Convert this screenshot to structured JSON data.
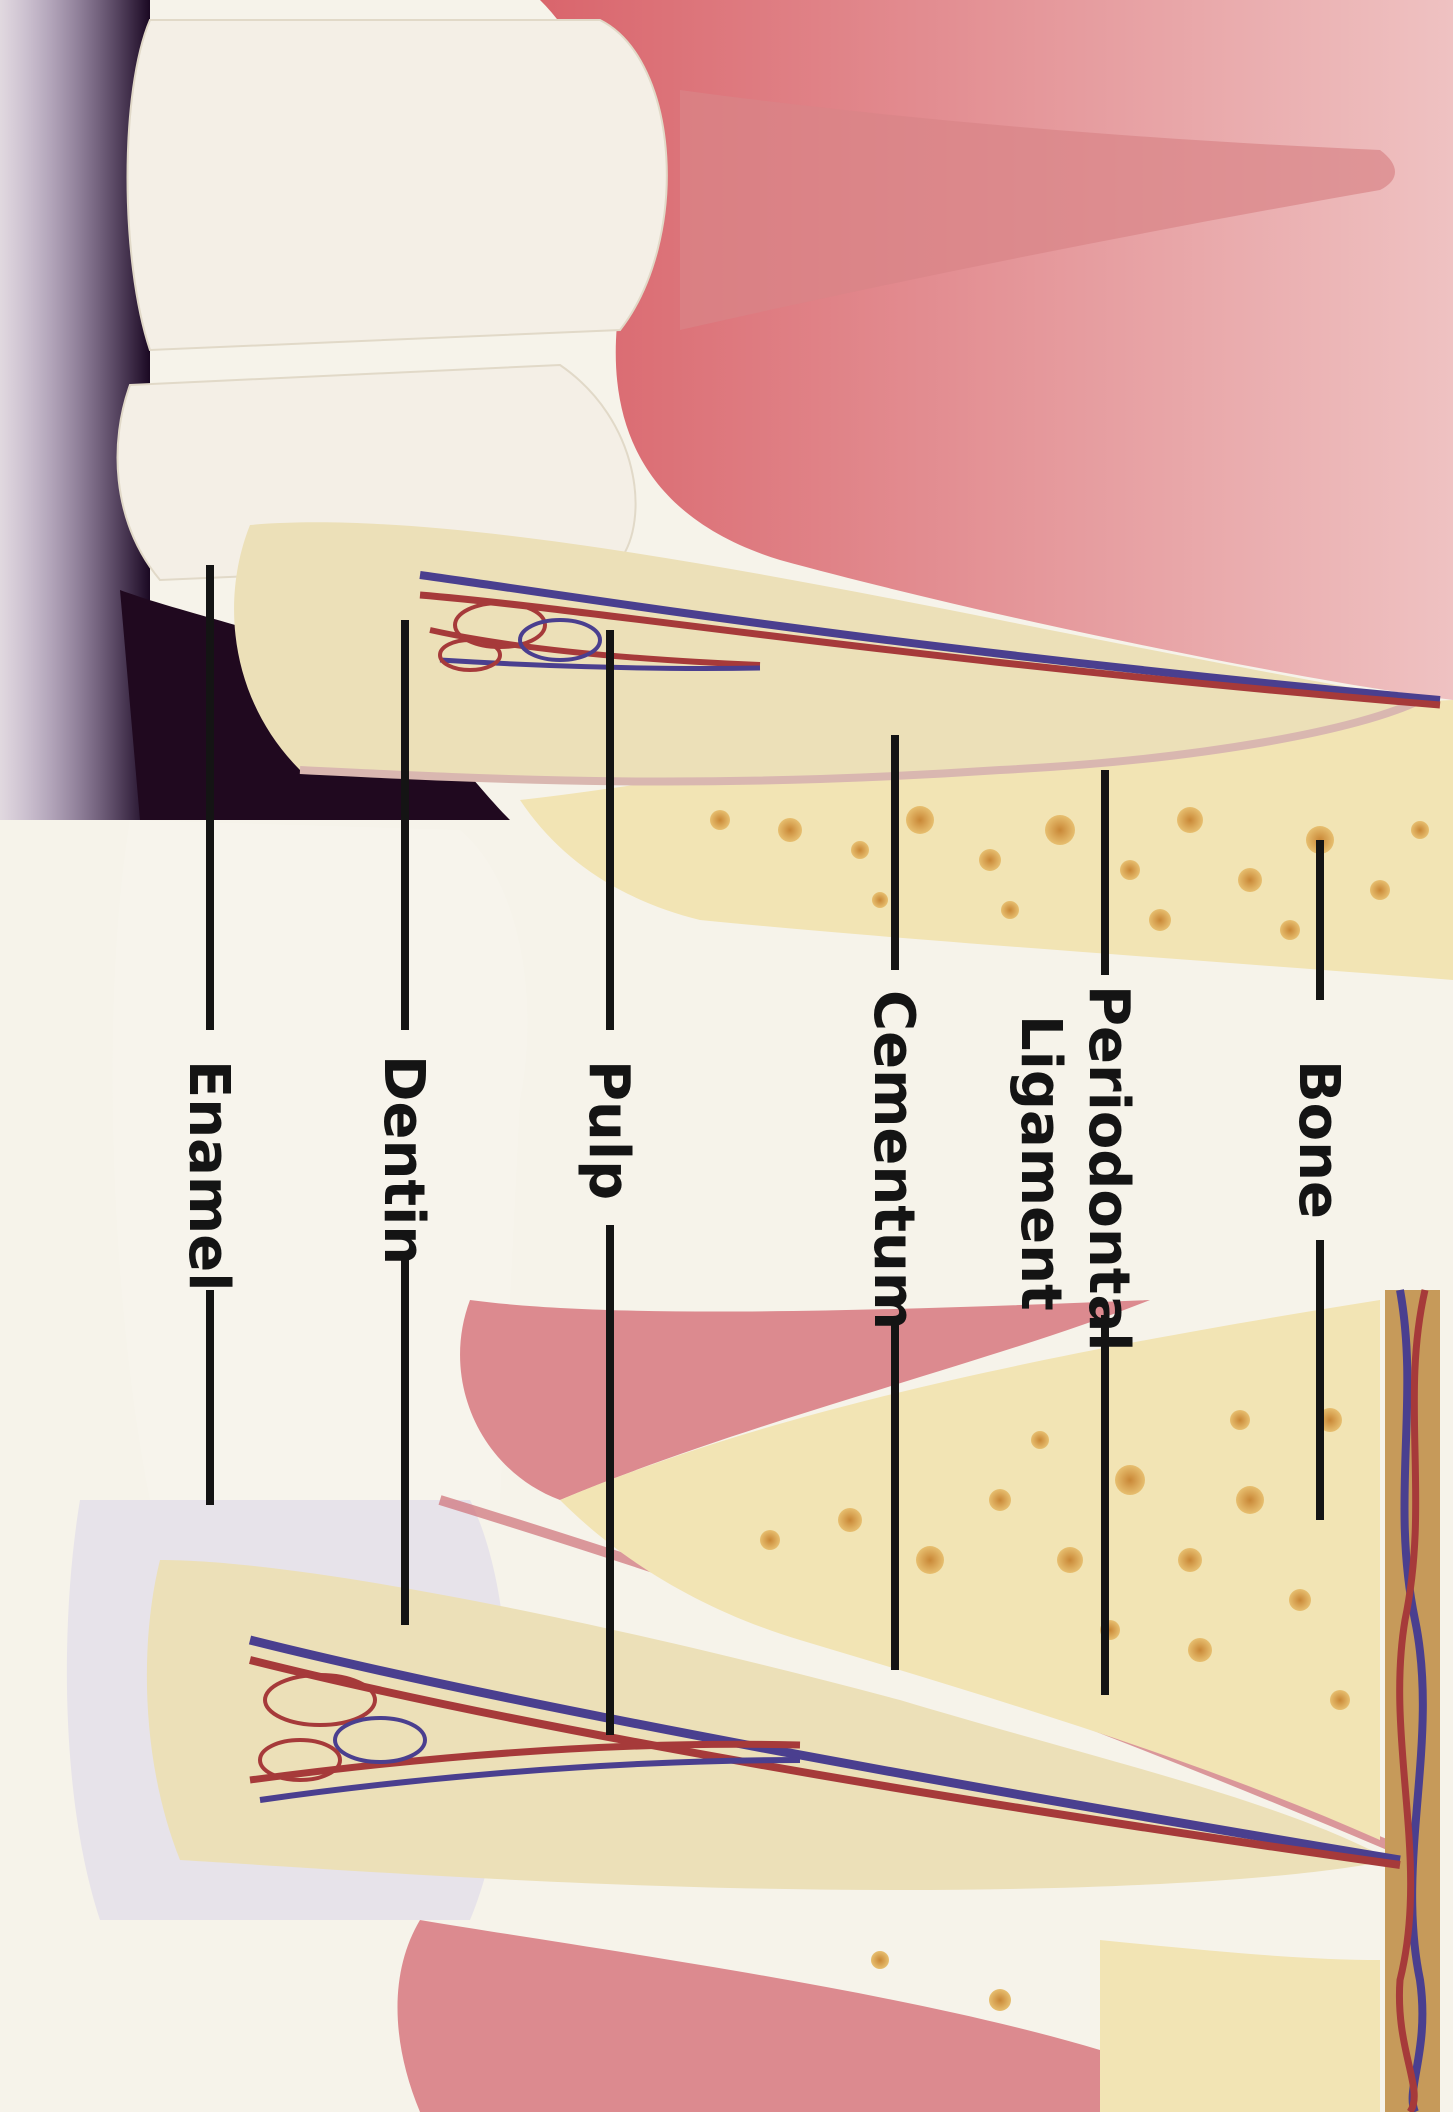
{
  "labels": {
    "bone": "Bone",
    "periodontal_ligament_line1": "Periodontal",
    "periodontal_ligament_line2": "Ligament",
    "cementum": "Cementum",
    "pulp": "Pulp",
    "dentin": "Dentin",
    "enamel": "Enamel"
  },
  "colors": {
    "gum": "#e8a3a6",
    "gum_dark": "#c5545d",
    "bone": "#f1e3b3",
    "bone_spots": "#d49a45",
    "enamel": "#f4efe6",
    "dentin": "#ece0b8",
    "pulp_artery": "#a63a3a",
    "pulp_vein": "#4a3f8f",
    "shadow": "#2a1030",
    "label_text": "#141414"
  }
}
